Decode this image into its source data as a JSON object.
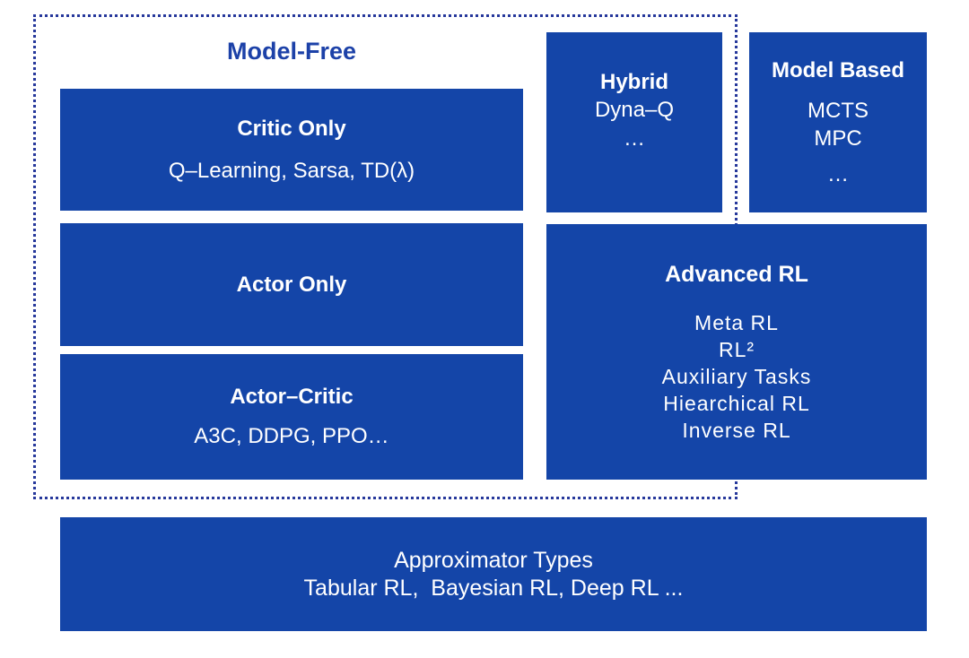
{
  "diagram": {
    "model_free": {
      "title": "Model-Free",
      "critic_only": {
        "title": "Critic Only",
        "subtitle": "Q–Learning, Sarsa, TD(λ)"
      },
      "actor_only": {
        "title": "Actor Only"
      },
      "actor_critic": {
        "title": "Actor–Critic",
        "subtitle": "A3C, DDPG, PPO…"
      }
    },
    "hybrid": {
      "title": "Hybrid",
      "items": [
        "Dyna–Q",
        "…"
      ]
    },
    "model_based": {
      "title": "Model Based",
      "items": [
        "MCTS",
        "MPC",
        "…"
      ]
    },
    "advanced_rl": {
      "title": "Advanced RL",
      "items": [
        "Meta RL",
        "RL²",
        "Auxiliary Tasks",
        "Hiearchical RL",
        "Inverse RL"
      ]
    },
    "approximator": {
      "title": "Approximator Types",
      "subtitle": "Tabular RL,  Bayesian RL, Deep RL ..."
    }
  },
  "colors": {
    "box_fill": "#1445a8",
    "dotted_border": "#26389b",
    "group_title_text": "#1c41a8",
    "box_text": "#ffffff"
  }
}
